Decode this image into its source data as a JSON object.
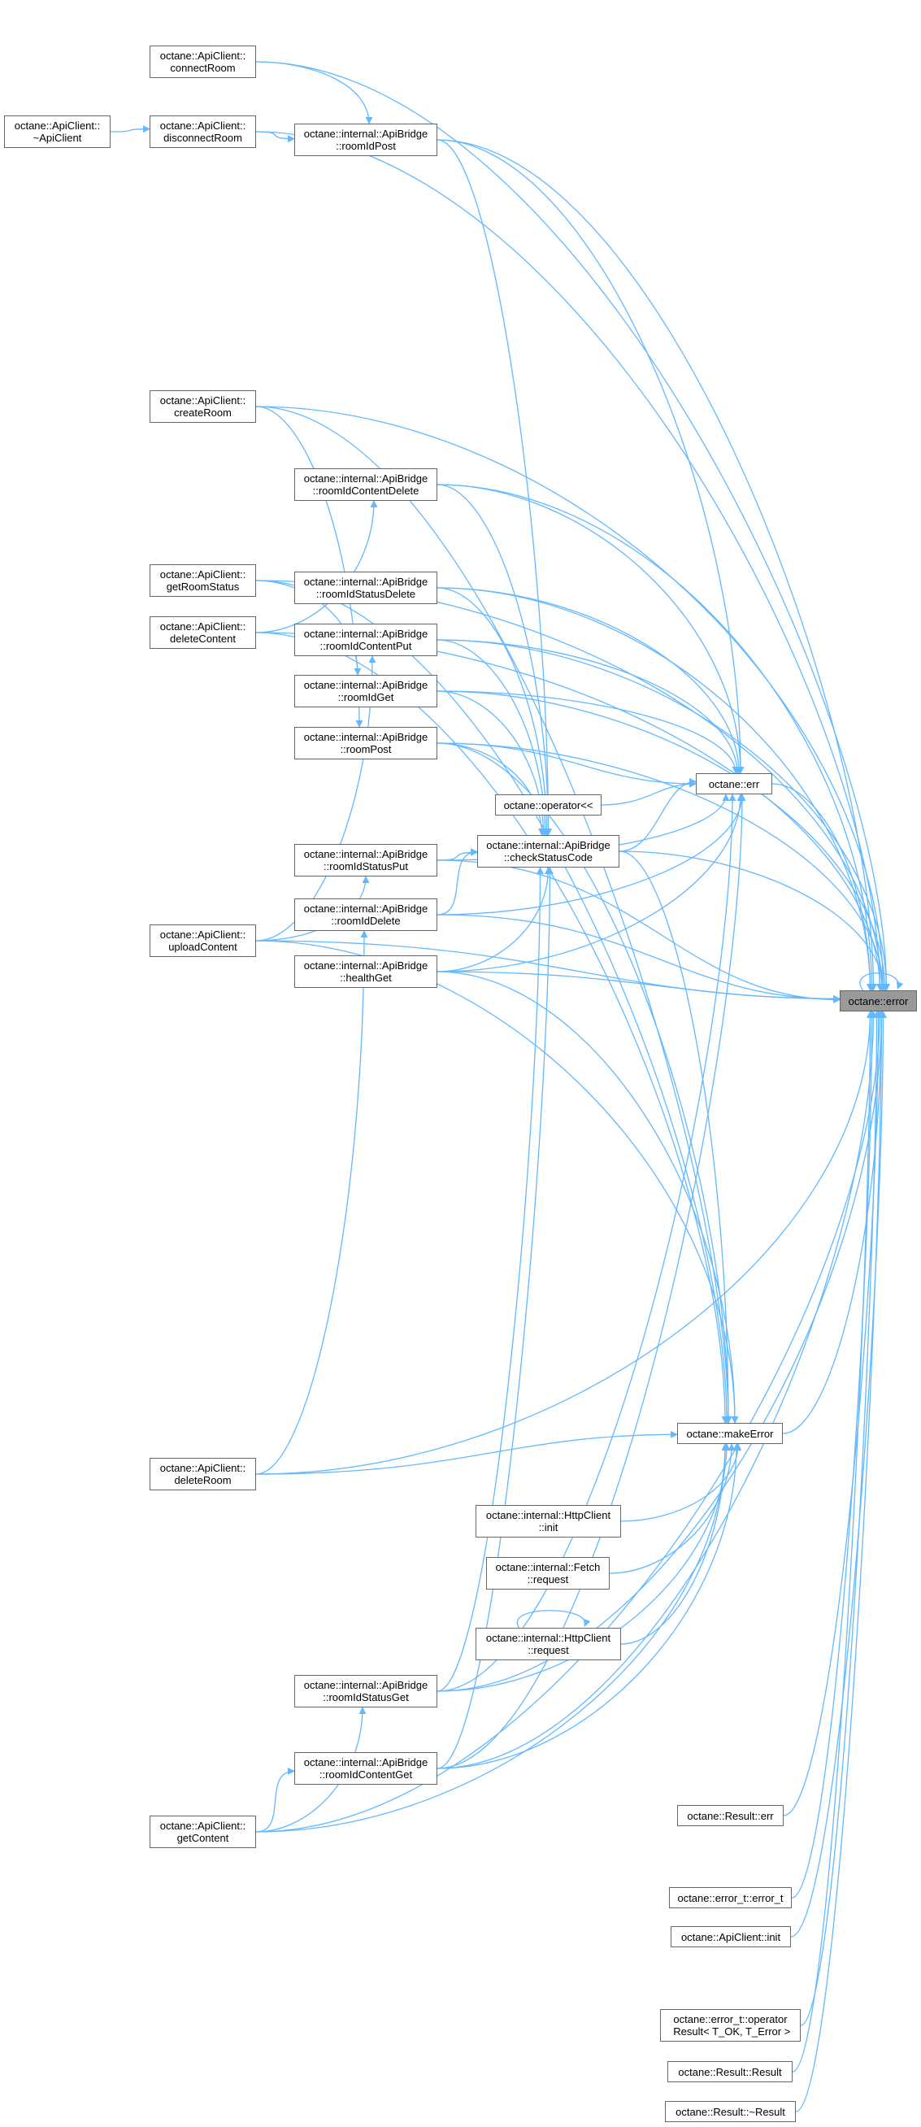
{
  "colors": {
    "edge": "#63b8ff",
    "node_border": "#666666",
    "current_node_fill": "#999999"
  },
  "nodes": {
    "A": {
      "label": "octane::ApiClient::\n~ApiClient"
    },
    "B": {
      "label": "octane::ApiClient::\nconnectRoom"
    },
    "C": {
      "label": "octane::ApiClient::\ndisconnectRoom"
    },
    "D": {
      "label": "octane::internal::ApiBridge\n::roomIdPost"
    },
    "E": {
      "label": "octane::ApiClient::\ncreateRoom"
    },
    "F": {
      "label": "octane::internal::ApiBridge\n::roomIdContentDelete"
    },
    "G": {
      "label": "octane::ApiClient::\ngetRoomStatus"
    },
    "H": {
      "label": "octane::internal::ApiBridge\n::roomIdStatusDelete"
    },
    "I": {
      "label": "octane::ApiClient::\ndeleteContent"
    },
    "J": {
      "label": "octane::internal::ApiBridge\n::roomIdContentPut"
    },
    "K": {
      "label": "octane::internal::ApiBridge\n::roomIdGet"
    },
    "L": {
      "label": "octane::internal::ApiBridge\n::roomPost"
    },
    "M": {
      "label": "octane::err"
    },
    "N": {
      "label": "octane::operator<<"
    },
    "O": {
      "label": "octane::internal::ApiBridge\n::checkStatusCode"
    },
    "P": {
      "label": "octane::internal::ApiBridge\n::roomIdStatusPut"
    },
    "Q": {
      "label": "octane::internal::ApiBridge\n::roomIdDelete"
    },
    "R": {
      "label": "octane::ApiClient::\nuploadContent"
    },
    "S": {
      "label": "octane::internal::ApiBridge\n::healthGet"
    },
    "T": {
      "label": "octane::error"
    },
    "U": {
      "label": "octane::makeError"
    },
    "V": {
      "label": "octane::ApiClient::\ndeleteRoom"
    },
    "W": {
      "label": "octane::internal::HttpClient\n::init"
    },
    "X": {
      "label": "octane::internal::Fetch\n::request"
    },
    "Y": {
      "label": "octane::internal::HttpClient\n::request"
    },
    "Z": {
      "label": "octane::internal::ApiBridge\n::roomIdStatusGet"
    },
    "AA": {
      "label": "octane::internal::ApiBridge\n::roomIdContentGet"
    },
    "AB": {
      "label": "octane::ApiClient::\ngetContent"
    },
    "AC": {
      "label": "octane::Result::err"
    },
    "AD": {
      "label": "octane::error_t::error_t"
    },
    "AE": {
      "label": "octane::ApiClient::init"
    },
    "AF": {
      "label": "octane::error_t::operator\n Result< T_OK, T_Error >"
    },
    "AG": {
      "label": "octane::Result::Result"
    },
    "AH": {
      "label": "octane::Result::~Result"
    }
  },
  "edges": [
    [
      "A",
      "C"
    ],
    [
      "B",
      "D"
    ],
    [
      "C",
      "D"
    ],
    [
      "B",
      "T"
    ],
    [
      "C",
      "T"
    ],
    [
      "D",
      "T"
    ],
    [
      "D",
      "M"
    ],
    [
      "D",
      "O"
    ],
    [
      "E",
      "L"
    ],
    [
      "E",
      "T"
    ],
    [
      "E",
      "U"
    ],
    [
      "G",
      "K"
    ],
    [
      "G",
      "T"
    ],
    [
      "G",
      "U"
    ],
    [
      "I",
      "F"
    ],
    [
      "I",
      "T"
    ],
    [
      "I",
      "U"
    ],
    [
      "R",
      "J"
    ],
    [
      "R",
      "P"
    ],
    [
      "R",
      "T"
    ],
    [
      "R",
      "U"
    ],
    [
      "V",
      "Q"
    ],
    [
      "V",
      "T"
    ],
    [
      "V",
      "U"
    ],
    [
      "AB",
      "Z"
    ],
    [
      "AB",
      "AA"
    ],
    [
      "AB",
      "T"
    ],
    [
      "AB",
      "U"
    ],
    [
      "F",
      "M"
    ],
    [
      "F",
      "O"
    ],
    [
      "F",
      "T"
    ],
    [
      "H",
      "M"
    ],
    [
      "H",
      "O"
    ],
    [
      "H",
      "T"
    ],
    [
      "J",
      "M"
    ],
    [
      "J",
      "O"
    ],
    [
      "J",
      "T"
    ],
    [
      "K",
      "M"
    ],
    [
      "K",
      "O"
    ],
    [
      "K",
      "T"
    ],
    [
      "L",
      "M"
    ],
    [
      "L",
      "O"
    ],
    [
      "L",
      "T"
    ],
    [
      "L",
      "U"
    ],
    [
      "P",
      "M"
    ],
    [
      "P",
      "O"
    ],
    [
      "P",
      "T"
    ],
    [
      "Q",
      "M"
    ],
    [
      "Q",
      "O"
    ],
    [
      "Q",
      "T"
    ],
    [
      "S",
      "M"
    ],
    [
      "S",
      "O"
    ],
    [
      "S",
      "T"
    ],
    [
      "S",
      "U"
    ],
    [
      "Z",
      "M"
    ],
    [
      "Z",
      "O"
    ],
    [
      "Z",
      "T"
    ],
    [
      "Z",
      "U"
    ],
    [
      "AA",
      "M"
    ],
    [
      "AA",
      "O"
    ],
    [
      "AA",
      "T"
    ],
    [
      "AA",
      "U"
    ],
    [
      "N",
      "M"
    ],
    [
      "O",
      "M"
    ],
    [
      "O",
      "T"
    ],
    [
      "O",
      "U"
    ],
    [
      "M",
      "T"
    ],
    [
      "U",
      "T"
    ],
    [
      "T",
      "T"
    ],
    [
      "W",
      "U"
    ],
    [
      "X",
      "U"
    ],
    [
      "Y",
      "U"
    ],
    [
      "Y",
      "Y"
    ],
    [
      "AC",
      "T"
    ],
    [
      "AD",
      "T"
    ],
    [
      "AE",
      "T"
    ],
    [
      "AF",
      "T"
    ],
    [
      "AG",
      "T"
    ],
    [
      "AH",
      "T"
    ]
  ]
}
